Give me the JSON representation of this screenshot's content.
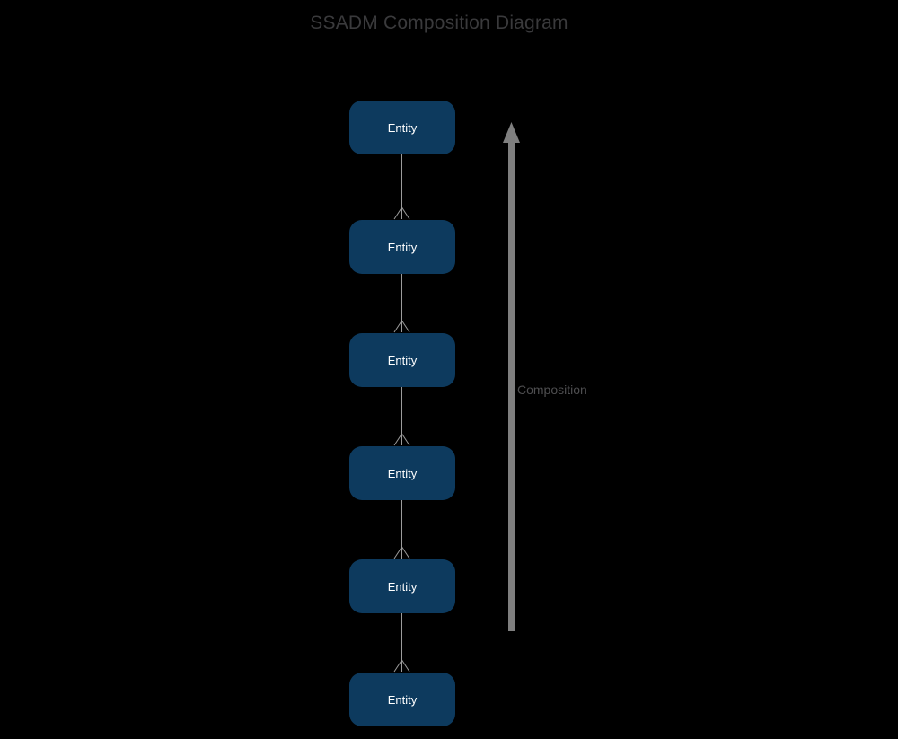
{
  "title": "SSADM Composition Diagram",
  "entities": [
    {
      "label": "Entity"
    },
    {
      "label": "Entity"
    },
    {
      "label": "Entity"
    },
    {
      "label": "Entity"
    },
    {
      "label": "Entity"
    },
    {
      "label": "Entity"
    }
  ],
  "links": [
    {
      "from": "entity-2",
      "to": "entity-1",
      "end_marker": "crow-foot-many"
    },
    {
      "from": "entity-3",
      "to": "entity-2",
      "end_marker": "crow-foot-many"
    },
    {
      "from": "entity-4",
      "to": "entity-3",
      "end_marker": "crow-foot-many"
    },
    {
      "from": "entity-5",
      "to": "entity-4",
      "end_marker": "crow-foot-many"
    },
    {
      "from": "entity-6",
      "to": "entity-5",
      "end_marker": "crow-foot-many"
    }
  ],
  "relationship": {
    "label": "Composition",
    "arrow_direction": "up"
  },
  "colors": {
    "background": "#000000",
    "entity_fill": "#0d3a5e",
    "entity_text": "#ffffff",
    "connector": "#9c9c9c",
    "arrow": "#7f7f7f",
    "title_text": "#3a3a3c",
    "label_text": "#4e4e50"
  }
}
